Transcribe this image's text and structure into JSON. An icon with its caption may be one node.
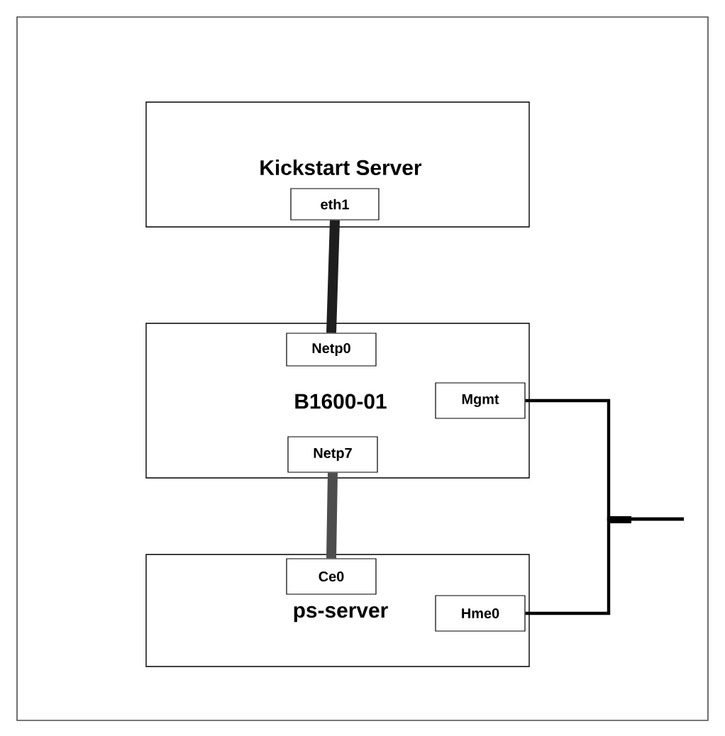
{
  "diagram": {
    "nodes": [
      {
        "text": [
          "Kickstart Server"
        ]
      },
      {
        "text": [
          "eth1"
        ],
        "in": 0
      },
      {
        "text": [
          "B1600-01"
        ]
      },
      {
        "text": [
          "Netp0"
        ],
        "in": 2
      },
      {
        "text": [
          "Mgmt"
        ],
        "in": 2
      },
      {
        "text": [
          "Netp7"
        ],
        "in": 2
      },
      {
        "text": [
          "ps-server"
        ]
      },
      {
        "text": [
          "Ce0"
        ],
        "in": 6
      },
      {
        "text": [
          "Hme0"
        ],
        "in": 6
      }
    ],
    "edges": [
      {
        "from": 1,
        "to": 3,
        "arrow": "none",
        "style": "thick",
        "color": "#1e1e1e"
      },
      {
        "from": 5,
        "to": 7,
        "arrow": "none",
        "style": "thick",
        "color": "#4d4d4d"
      },
      {
        "from": 4,
        "to": null,
        "arrow": "none"
      },
      {
        "from": 8,
        "to": null,
        "arrow": "none"
      }
    ]
  }
}
